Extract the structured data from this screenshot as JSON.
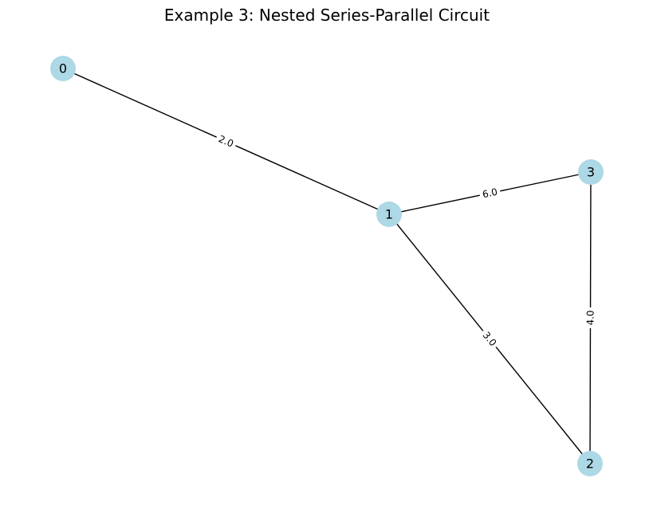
{
  "title": "Example 3: Nested Series-Parallel Circuit",
  "colors": {
    "node_fill": "#add8e6",
    "edge": "#000000",
    "background": "#ffffff"
  },
  "graph": {
    "nodes": [
      {
        "id": "0",
        "label": "0"
      },
      {
        "id": "1",
        "label": "1"
      },
      {
        "id": "2",
        "label": "2"
      },
      {
        "id": "3",
        "label": "3"
      }
    ],
    "edges": [
      {
        "source": "0",
        "target": "1",
        "label": "2.0"
      },
      {
        "source": "1",
        "target": "3",
        "label": "6.0"
      },
      {
        "source": "1",
        "target": "2",
        "label": "3.0"
      },
      {
        "source": "3",
        "target": "2",
        "label": "4.0"
      }
    ]
  }
}
